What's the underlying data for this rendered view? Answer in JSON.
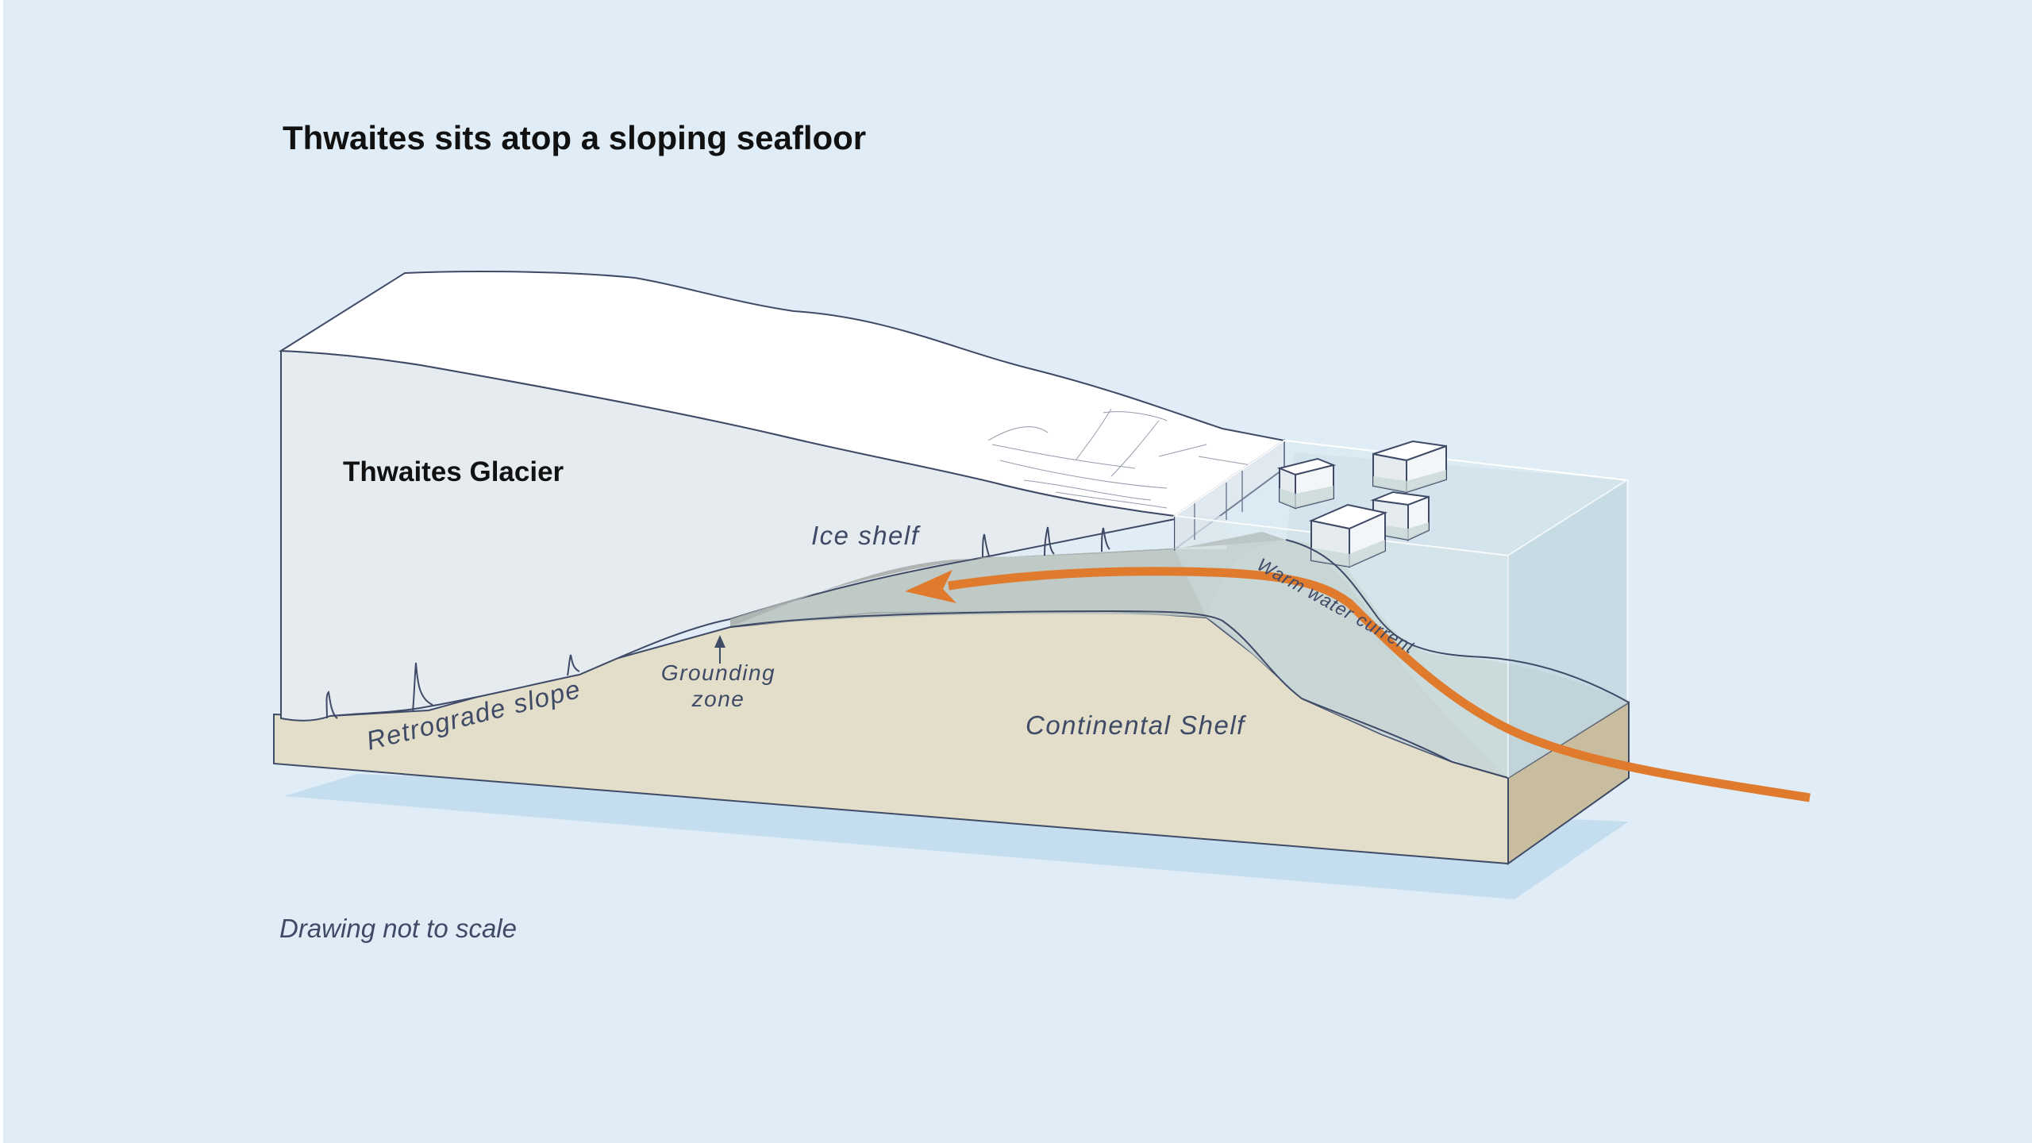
{
  "title": "Thwaites sits atop a sloping seafloor",
  "labels": {
    "glacier": "Thwaites Glacier",
    "ice_shelf": "Ice shelf",
    "warm_water_current": "Warm water current",
    "grounding_zone_line1": "Grounding",
    "grounding_zone_line2": "zone",
    "retrograde_slope": "Retrograde slope",
    "continental_shelf": "Continental Shelf"
  },
  "note": "Drawing not to scale",
  "colors": {
    "background": "#e1edf6",
    "ice_top": "#ffffff",
    "ice_face": "#e6ebf0",
    "seafloor": "#e3dec9",
    "seafloor_side": "#c8bd9f",
    "water": "#bcd3de",
    "shadow": "#c4def0",
    "outline": "#3f4a66",
    "current_arrow": "#e07b2e"
  }
}
